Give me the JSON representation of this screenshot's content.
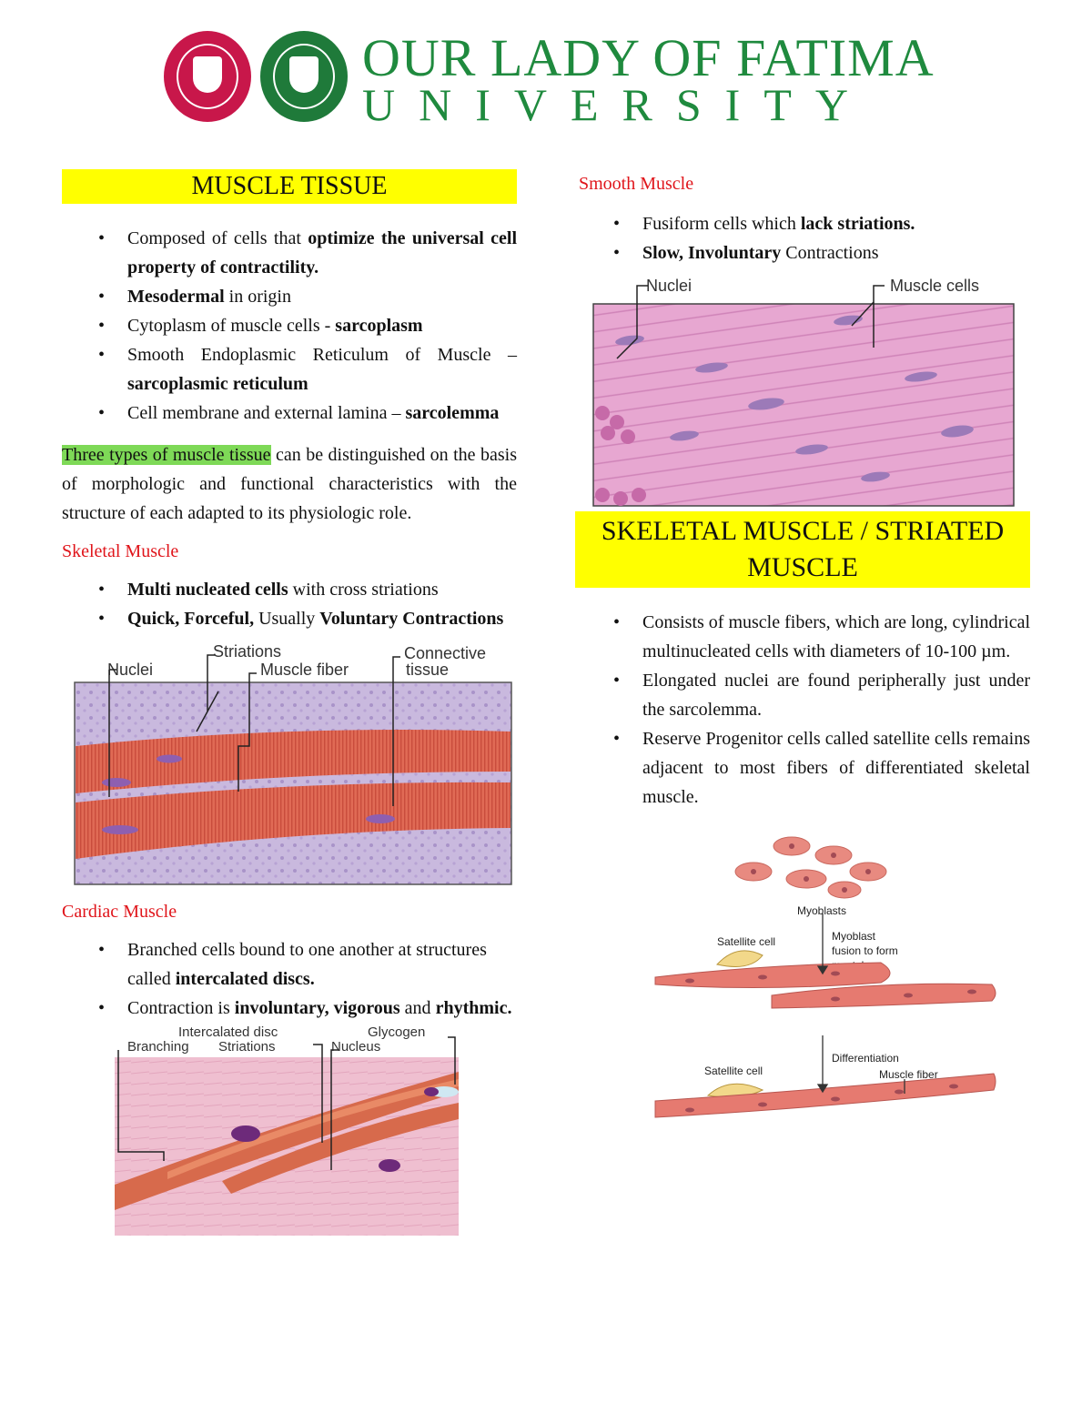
{
  "header": {
    "university_line1": "OUR LADY OF FATIMA",
    "university_line2": "UNIVERSITY",
    "colors": {
      "brand_green": "#1f8a3e",
      "seal_red": "#c8174a"
    }
  },
  "left": {
    "title": "MUSCLE TISSUE",
    "intro_bullets": [
      {
        "a": "Composed of cells that ",
        "b": "optimize the universal cell property of contractility."
      },
      {
        "a": "",
        "b": "Mesodermal",
        "c": " in origin"
      },
      {
        "a": "Cytoplasm of muscle cells - ",
        "b": "sarcoplasm"
      },
      {
        "a": "Smooth Endoplasmic Reticulum of Muscle – ",
        "b": "sarcoplasmic reticulum"
      },
      {
        "a": "Cell membrane and external lamina – ",
        "b": "sarcolemma"
      }
    ],
    "types_highlight": "Three types of muscle tissue",
    "types_rest": " can be distinguished on the basis of morphologic and functional characteristics with the structure of each adapted to its physiologic role.",
    "skeletal_heading": "Skeletal Muscle",
    "skeletal_bullets": [
      {
        "b1": "Multi nucleated cells",
        "a1": " with cross striations"
      },
      {
        "b1": "Quick, Forceful,",
        "a1": " Usually ",
        "b2": "Voluntary Contractions"
      }
    ],
    "skeletal_fig_labels": {
      "nuclei": "Nuclei",
      "striations": "Striations",
      "fiber": "Muscle fiber",
      "connective": "Connective",
      "tissue": "tissue"
    },
    "cardiac_heading": "Cardiac Muscle",
    "cardiac_bullets": [
      {
        "a1": "Branched cells bound to one another at structures called ",
        "b1": "intercalated discs."
      },
      {
        "a1": "Contraction is ",
        "b1": "involuntary, vigorous",
        "a2": " and ",
        "b2": "rhythmic."
      }
    ],
    "cardiac_fig_labels": {
      "disc": "Intercalated disc",
      "glycogen": "Glycogen",
      "branching": "Branching",
      "striations": "Striations",
      "nucleus": "Nucleus"
    }
  },
  "right": {
    "smooth_heading": "Smooth Muscle",
    "smooth_bullets": [
      {
        "a1": "Fusiform cells which ",
        "b1": "lack striations."
      },
      {
        "b1": "Slow, Involuntary",
        "a1": " Contractions"
      }
    ],
    "smooth_fig_labels": {
      "nuclei": "Nuclei",
      "cells": "Muscle cells"
    },
    "skeletal_title": "SKELETAL MUSCLE / STRIATED MUSCLE",
    "skeletal_bullets": [
      "Consists of muscle fibers, which are long, cylindrical multinucleated cells with diameters of 10-100 µm.",
      "Elongated nuclei are found peripherally just under the sarcolemma.",
      " Reserve Progenitor cells called satellite cells remains adjacent to most fibers of differentiated skeletal muscle."
    ],
    "diagram_labels": {
      "myoblasts": "Myoblasts",
      "satellite1": "Satellite cell",
      "fusion1": "Myoblast",
      "fusion2": "fusion to form",
      "fusion3": "myotubes",
      "satellite2": "Satellite cell",
      "differentiation": "Differentiation",
      "muscle_fiber": "Muscle fiber"
    }
  }
}
